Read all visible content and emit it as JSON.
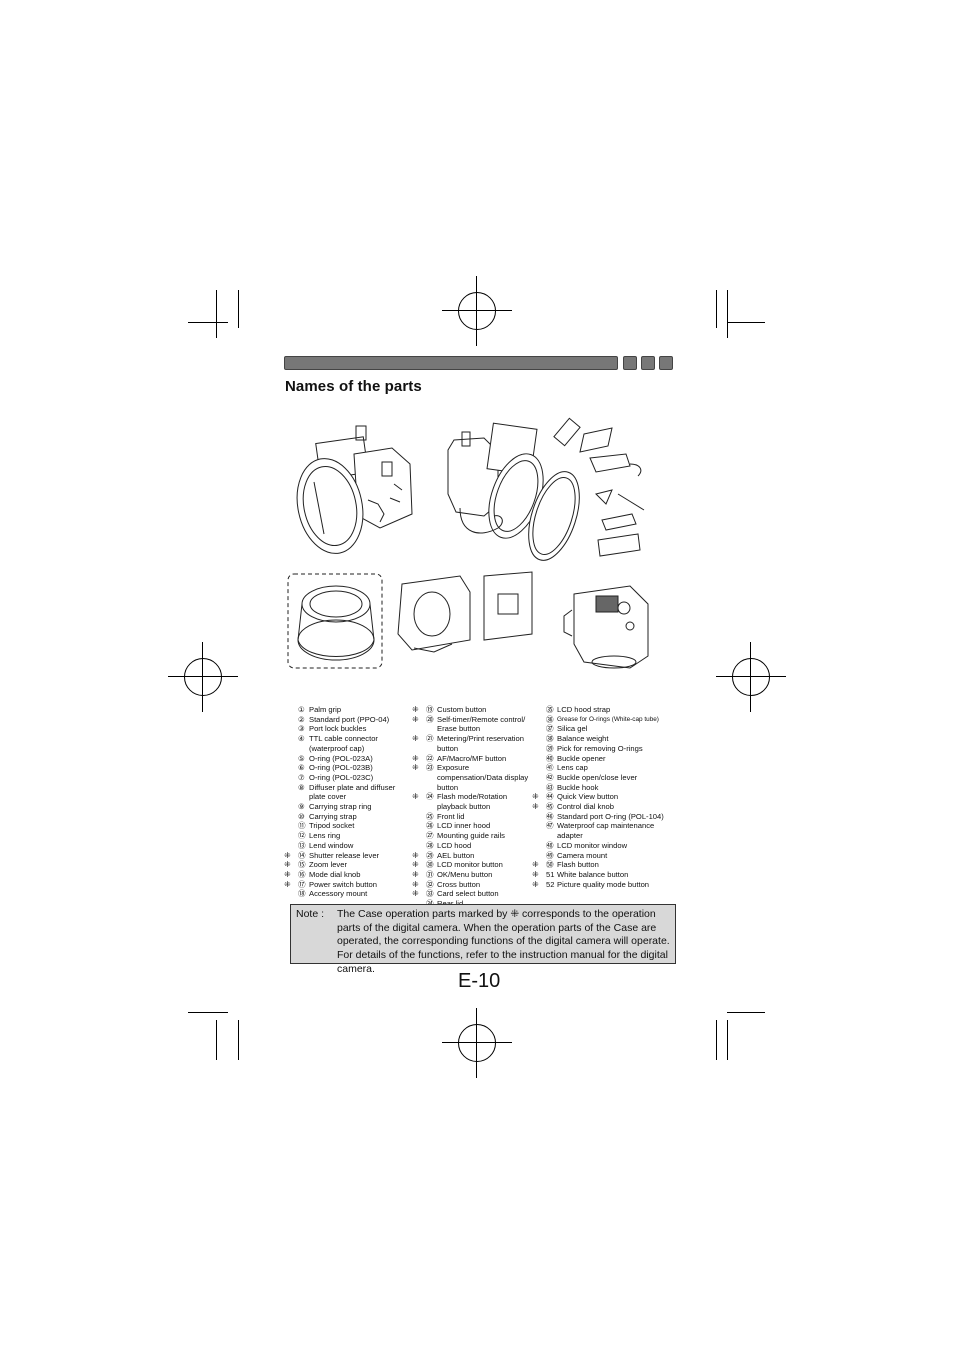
{
  "header": {
    "title": "Names of the parts"
  },
  "parts": {
    "col1": [
      {
        "num": "①",
        "label": "Palm grip",
        "marked": false
      },
      {
        "num": "②",
        "label": "Standard port (PPO-04)",
        "marked": false
      },
      {
        "num": "③",
        "label": "Port lock buckles",
        "marked": false
      },
      {
        "num": "④",
        "label": "TTL cable connector (waterproof cap)",
        "marked": false
      },
      {
        "num": "⑤",
        "label": "O-ring (POL-023A)",
        "marked": false
      },
      {
        "num": "⑥",
        "label": "O-ring (POL-023B)",
        "marked": false
      },
      {
        "num": "⑦",
        "label": "O-ring (POL-023C)",
        "marked": false
      },
      {
        "num": "⑧",
        "label": "Diffuser plate and diffuser plate cover",
        "marked": false
      },
      {
        "num": "⑨",
        "label": "Carrying strap ring",
        "marked": false
      },
      {
        "num": "⑩",
        "label": "Carrying strap",
        "marked": false
      },
      {
        "num": "⑪",
        "label": "Tripod socket",
        "marked": false
      },
      {
        "num": "⑫",
        "label": "Lens ring",
        "marked": false
      },
      {
        "num": "⑬",
        "label": "Lend window",
        "marked": false
      },
      {
        "num": "⑭",
        "label": "Shutter release lever",
        "marked": true
      },
      {
        "num": "⑮",
        "label": "Zoom lever",
        "marked": true
      },
      {
        "num": "⑯",
        "label": "Mode dial knob",
        "marked": true
      },
      {
        "num": "⑰",
        "label": "Power switch button",
        "marked": true
      },
      {
        "num": "⑱",
        "label": "Accessory mount",
        "marked": false
      }
    ],
    "col2": [
      {
        "num": "⑲",
        "label": "Custom button",
        "marked": true
      },
      {
        "num": "⑳",
        "label": "Self-timer/Remote control/ Erase button",
        "marked": true
      },
      {
        "num": "㉑",
        "label": "Metering/Print reservation button",
        "marked": true
      },
      {
        "num": "㉒",
        "label": "AF/Macro/MF button",
        "marked": true
      },
      {
        "num": "㉓",
        "label": "Exposure compensation/Data display button",
        "marked": true
      },
      {
        "num": "㉔",
        "label": "Flash mode/Rotation playback button",
        "marked": true
      },
      {
        "num": "㉕",
        "label": "Front lid",
        "marked": false
      },
      {
        "num": "㉖",
        "label": "LCD inner hood",
        "marked": false
      },
      {
        "num": "㉗",
        "label": "Mounting guide rails",
        "marked": false
      },
      {
        "num": "㉘",
        "label": "LCD hood",
        "marked": false
      },
      {
        "num": "㉙",
        "label": "AEL button",
        "marked": true
      },
      {
        "num": "㉚",
        "label": "LCD monitor button",
        "marked": true
      },
      {
        "num": "㉛",
        "label": "OK/Menu button",
        "marked": true
      },
      {
        "num": "㉜",
        "label": "Cross button",
        "marked": true
      },
      {
        "num": "㉝",
        "label": "Card select button",
        "marked": true
      },
      {
        "num": "㉞",
        "label": "Rear lid",
        "marked": false
      }
    ],
    "col3": [
      {
        "num": "㉟",
        "label": "LCD hood strap",
        "marked": false
      },
      {
        "num": "㊱",
        "label": "Grease for O-rings (White-cap tube)",
        "marked": false
      },
      {
        "num": "㊲",
        "label": "Silica gel",
        "marked": false
      },
      {
        "num": "㊳",
        "label": "Balance weight",
        "marked": false
      },
      {
        "num": "㊴",
        "label": "Pick for removing O-rings",
        "marked": false
      },
      {
        "num": "㊵",
        "label": "Buckle opener",
        "marked": false
      },
      {
        "num": "㊶",
        "label": "Lens cap",
        "marked": false
      },
      {
        "num": "㊷",
        "label": "Buckle open/close lever",
        "marked": false
      },
      {
        "num": "㊸",
        "label": "Buckle hook",
        "marked": false
      },
      {
        "num": "㊹",
        "label": "Quick View button",
        "marked": true
      },
      {
        "num": "㊺",
        "label": "Control dial knob",
        "marked": true
      },
      {
        "num": "㊻",
        "label": "Standard port O-ring (POL-104)",
        "marked": false
      },
      {
        "num": "㊼",
        "label": "Waterproof cap maintenance adapter",
        "marked": false
      },
      {
        "num": "㊽",
        "label": "LCD monitor window",
        "marked": false
      },
      {
        "num": "㊾",
        "label": "Camera mount",
        "marked": false
      },
      {
        "num": "㊿",
        "label": "Flash button",
        "marked": true
      },
      {
        "num": "51",
        "label": "White balance button",
        "marked": true
      },
      {
        "num": "52",
        "label": "Picture quality mode button",
        "marked": true
      }
    ]
  },
  "marker_symbol": "⁜",
  "note": {
    "label": "Note  :",
    "text": "The Case operation parts marked by ⁜ corresponds to the operation parts of the digital camera. When the operation parts of the Case are operated, the corresponding functions of the digital camera will operate. For details of the functions, refer to the instruction manual for the digital camera."
  },
  "page_number": "E-10",
  "colors": {
    "header_bar": "#777777",
    "note_background": "#d8d8d8"
  }
}
